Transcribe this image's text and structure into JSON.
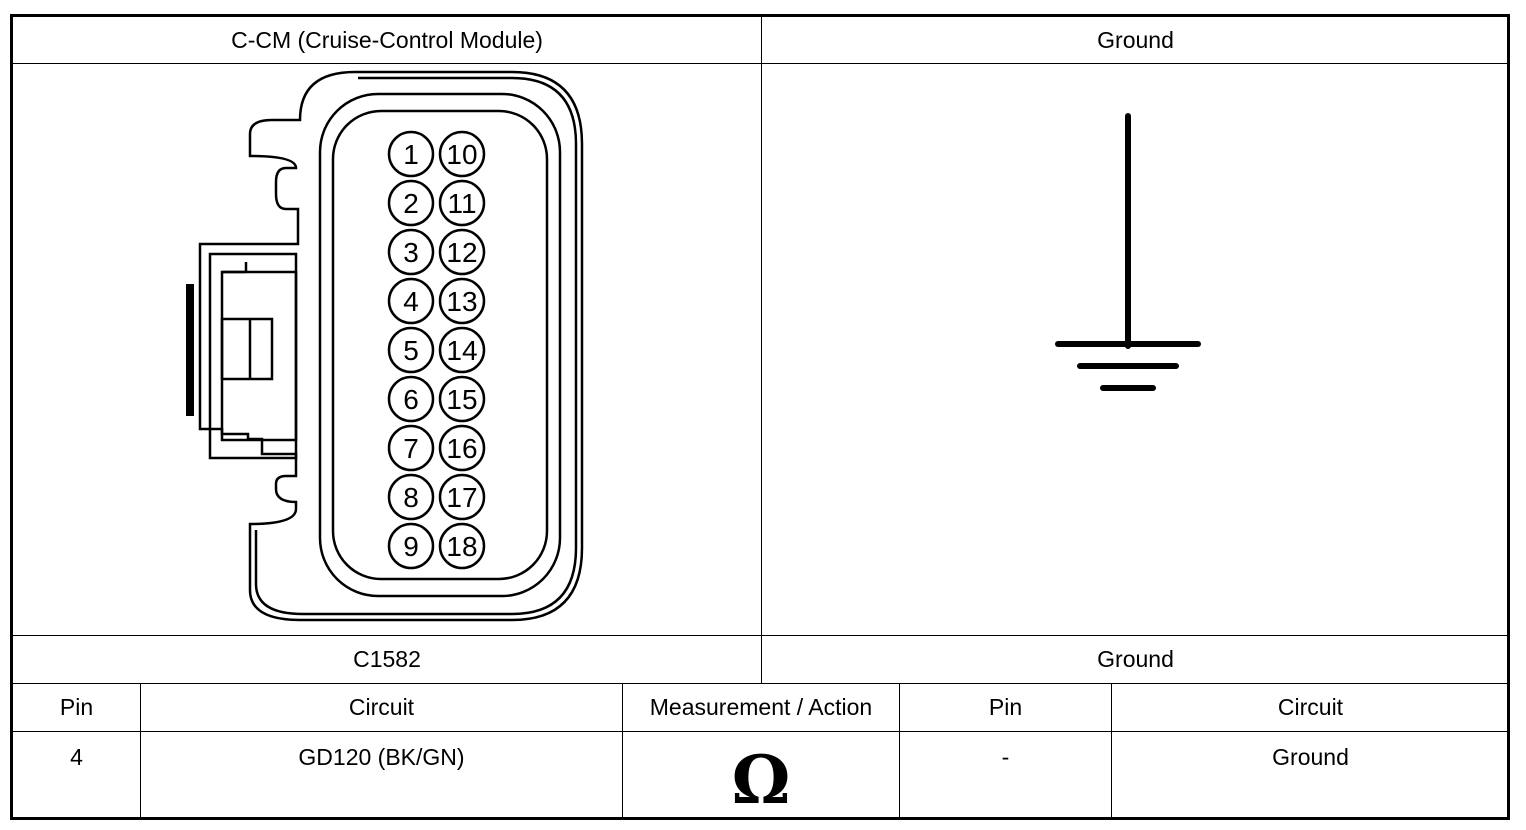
{
  "left_header": "C-CM (Cruise-Control Module)",
  "right_header": "Ground",
  "left_caption": "C1582",
  "right_caption": "Ground",
  "connector": {
    "pins_left": [
      "1",
      "2",
      "3",
      "4",
      "5",
      "6",
      "7",
      "8",
      "9"
    ],
    "pins_right": [
      "10",
      "11",
      "12",
      "13",
      "14",
      "15",
      "16",
      "17",
      "18"
    ]
  },
  "table": {
    "headers": [
      "Pin",
      "Circuit",
      "Measurement / Action",
      "Pin",
      "Circuit"
    ],
    "row": {
      "pin": "4",
      "circuit": "GD120 (BK/GN)",
      "measurement_symbol": "Ω",
      "pin2": "-",
      "circuit2": "Ground"
    }
  },
  "icons": [
    "connector-diagram-icon",
    "ground-symbol-icon",
    "ohmmeter-icon"
  ]
}
